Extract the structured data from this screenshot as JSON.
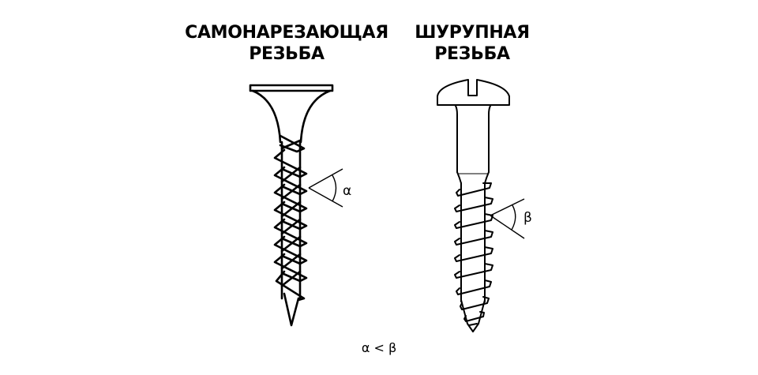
{
  "titles": {
    "left": {
      "line1": "САМОНАРЕЗАЮЩАЯ",
      "line2": "РЕЗЬБА"
    },
    "right": {
      "line1": "ШУРУПНАЯ",
      "line2": "РЕЗЬБА"
    }
  },
  "angles": {
    "left": "α",
    "right": "β"
  },
  "caption": "α < β",
  "colors": {
    "background": "#ffffff",
    "stroke": "#000000"
  }
}
